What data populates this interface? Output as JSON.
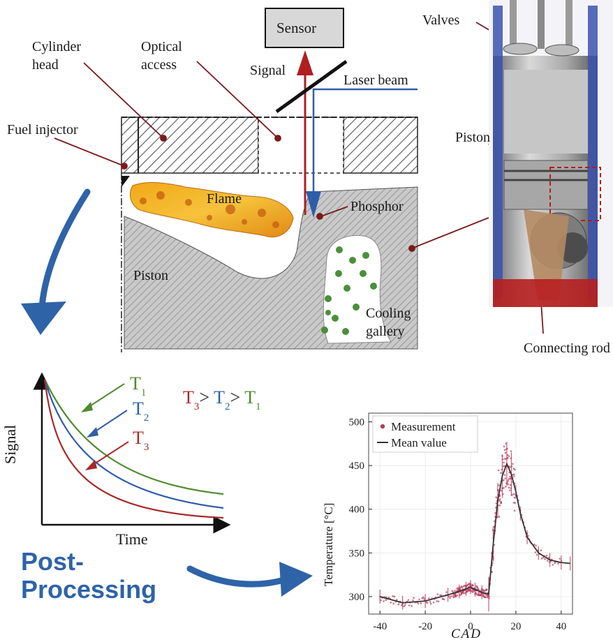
{
  "engine": {
    "sensor": "Sensor",
    "cylinder_head": "Cylinder head",
    "optical_access": "Optical access",
    "signal": "Signal",
    "laser_beam": "Laser beam",
    "fuel_injector": "Fuel injector",
    "flame": "Flame",
    "phosphor": "Phosphor",
    "piston": "Piston",
    "cooling_gallery": "Cooling gallery",
    "valves": "Valves",
    "piston_3d": "Piston",
    "connecting_rod": "Connecting rod"
  },
  "decay_plot": {
    "xlabel": "Time",
    "ylabel": "Signal",
    "curves": [
      {
        "name": "T1",
        "color": "#4f8a2e"
      },
      {
        "name": "T2",
        "color": "#2e5ea8"
      },
      {
        "name": "T3",
        "color": "#a82828"
      }
    ],
    "relation": "T3 > T2 > T1"
  },
  "post_processing": {
    "line1": "Post-",
    "line2": "Processing"
  },
  "chart_data": {
    "type": "line",
    "xlabel": "CAD",
    "ylabel": "Temperature [°C]",
    "xlim": [
      -45,
      45
    ],
    "ylim": [
      280,
      510
    ],
    "xticks": [
      "-40",
      "-20",
      "0",
      "20",
      "40"
    ],
    "yticks": [
      "300",
      "350",
      "400",
      "450",
      "500"
    ],
    "legend": [
      "Measurement",
      "Mean value"
    ],
    "legend_position": "top-left",
    "series": [
      {
        "name": "Mean value",
        "x": [
          -40,
          -30,
          -20,
          -10,
          -5,
          -2,
          0,
          2,
          5,
          8,
          10,
          12,
          14,
          16,
          18,
          20,
          22,
          25,
          30,
          35,
          40,
          44
        ],
        "y": [
          300,
          293,
          295,
          302,
          306,
          309,
          311,
          308,
          305,
          303,
          360,
          410,
          438,
          452,
          440,
          420,
          395,
          368,
          350,
          342,
          339,
          338
        ]
      }
    ],
    "color_measurement": "#b8395a",
    "color_mean": "#333333"
  }
}
